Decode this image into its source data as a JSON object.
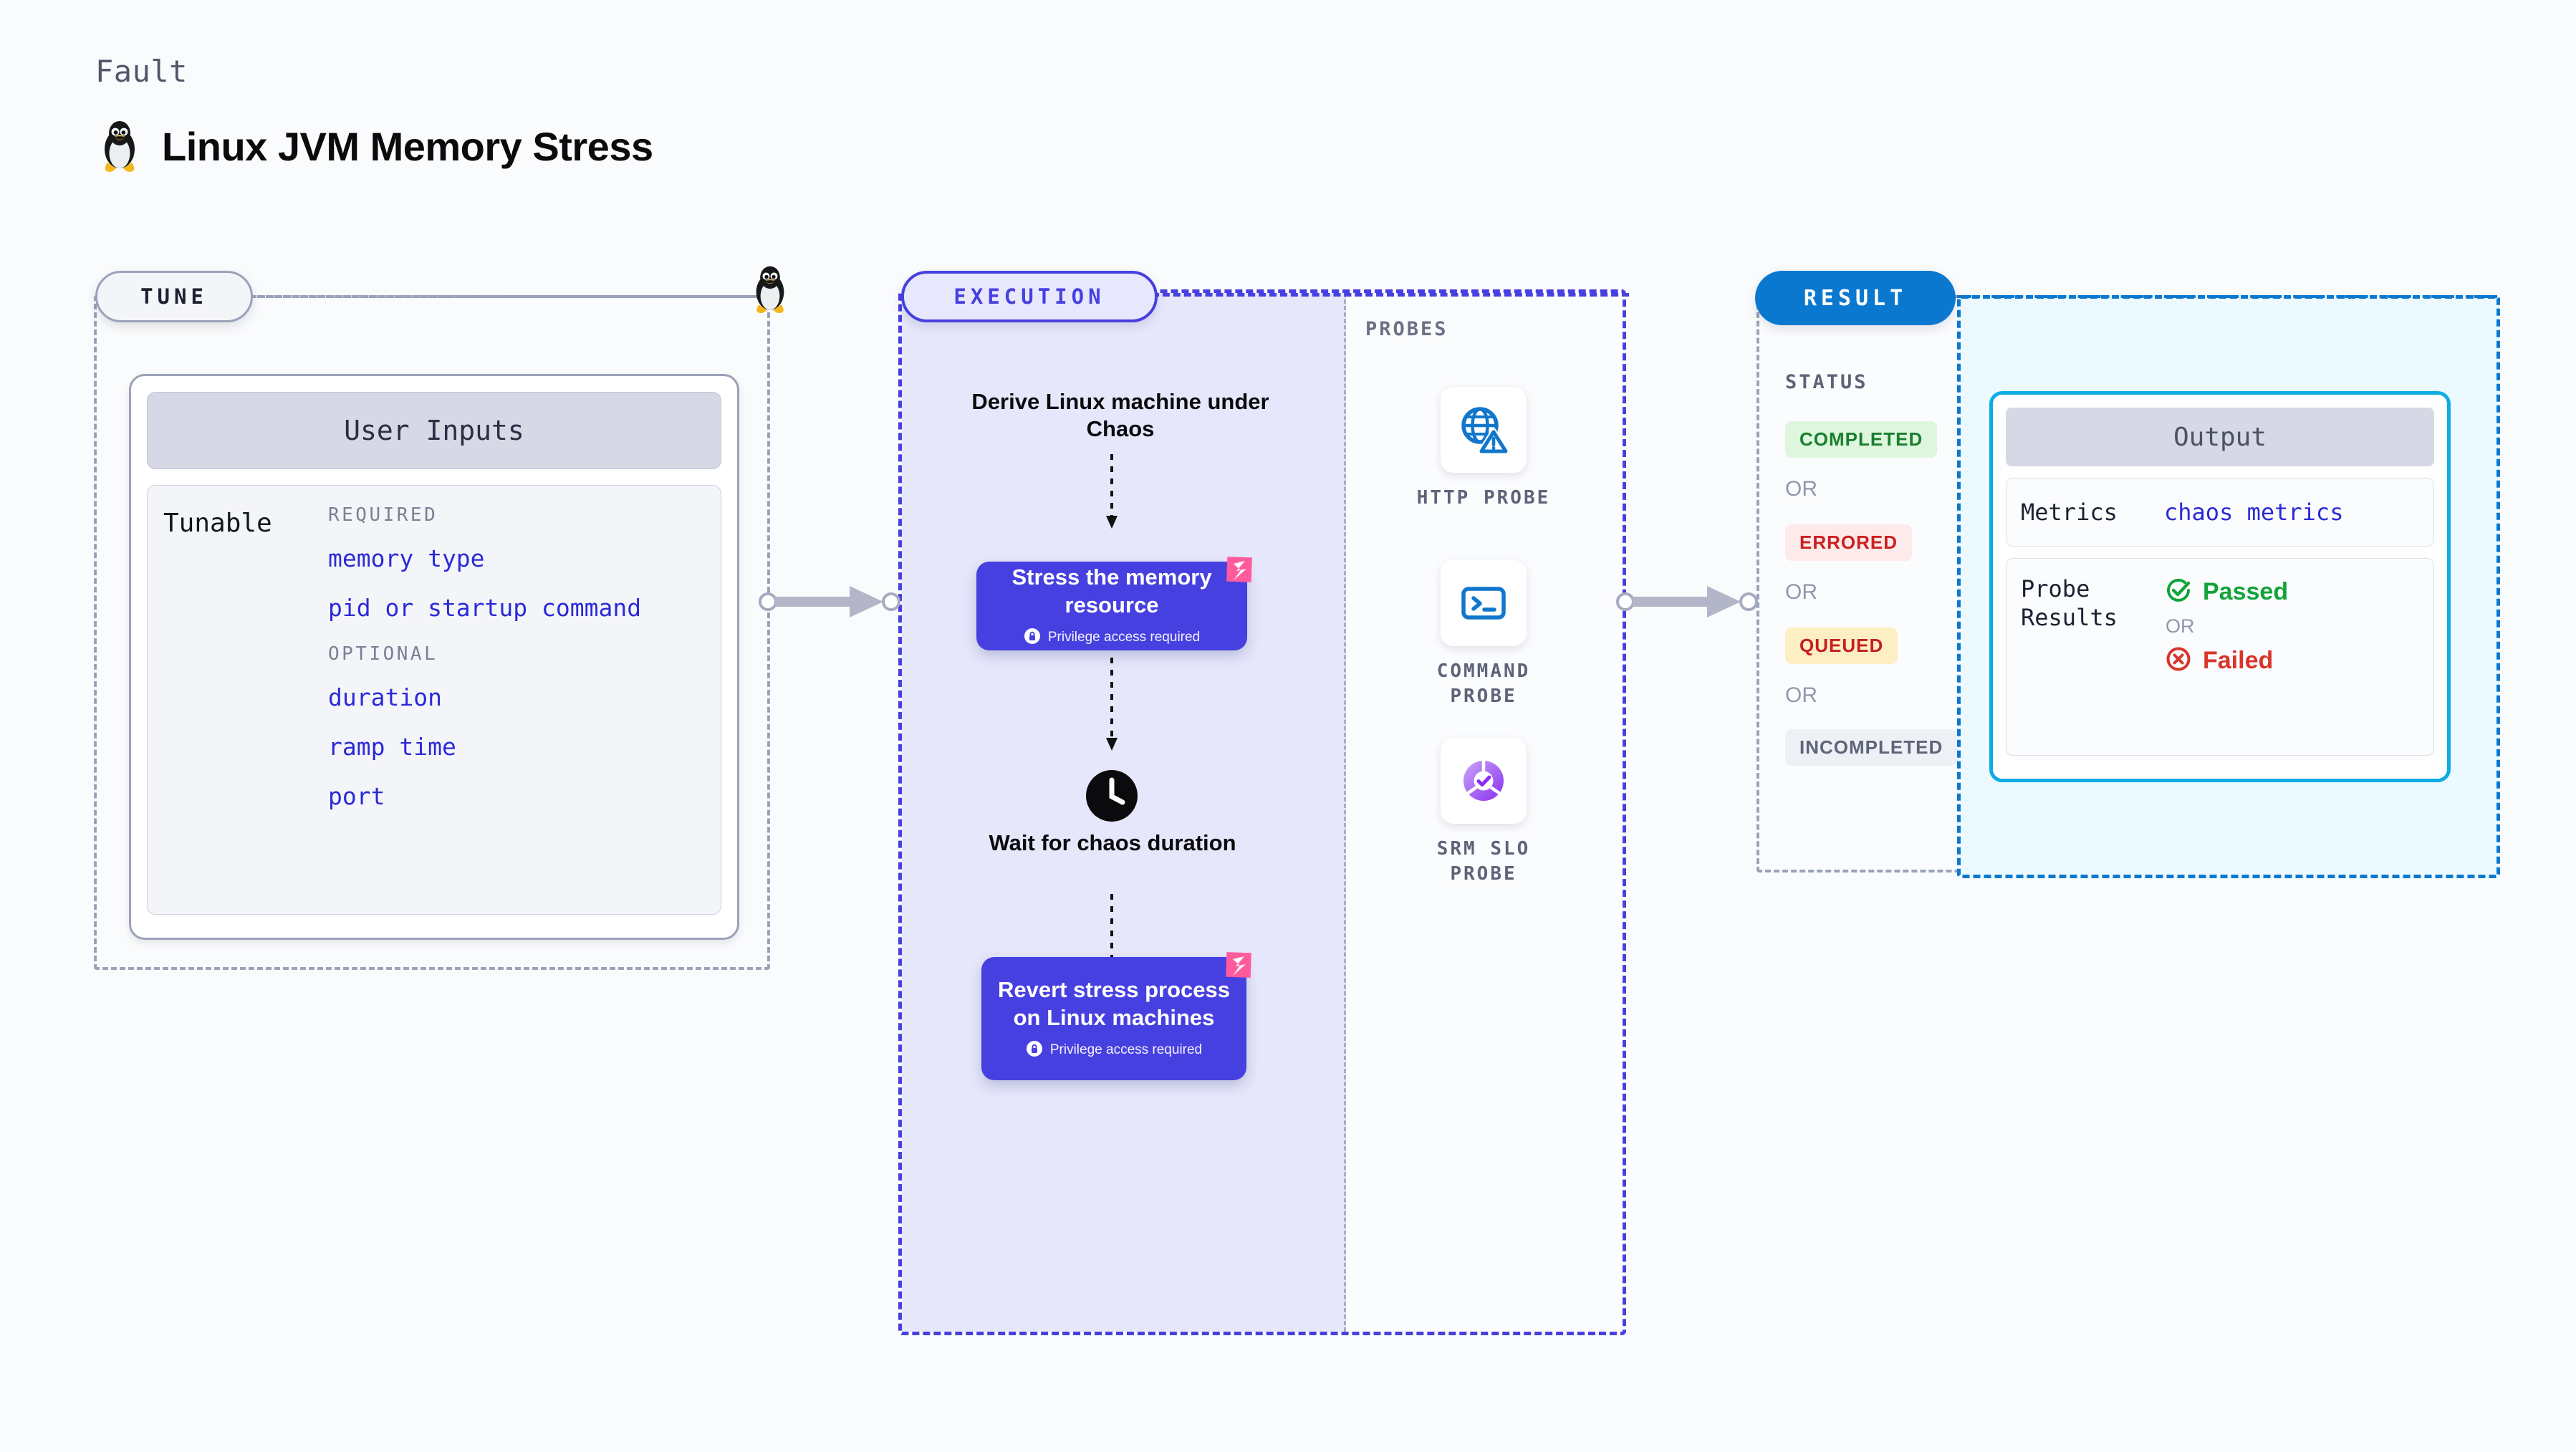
{
  "header": {
    "kicker": "Fault",
    "title": "Linux JVM Memory Stress",
    "icon": "linux-penguin-icon"
  },
  "tune": {
    "pill_label": "TUNE",
    "card_title": "User Inputs",
    "row_label": "Tunable",
    "groups": [
      {
        "label": "REQUIRED",
        "items": [
          "memory type",
          "pid or startup command"
        ]
      },
      {
        "label": "OPTIONAL",
        "items": [
          "duration",
          "ramp time",
          "port"
        ]
      }
    ]
  },
  "execution": {
    "pill_label": "EXECUTION",
    "steps": [
      {
        "type": "text",
        "label": "Derive Linux machine under Chaos"
      },
      {
        "type": "node",
        "label": "Stress the memory resource",
        "note": "Privilege access required",
        "badge": "harness-logo-icon"
      },
      {
        "type": "wait",
        "label": "Wait for chaos duration",
        "icon": "clock-icon"
      },
      {
        "type": "node",
        "label": "Revert stress process on Linux machines",
        "note": "Privilege access required",
        "badge": "harness-logo-icon"
      }
    ]
  },
  "probes": {
    "label": "PROBES",
    "items": [
      {
        "name": "HTTP PROBE",
        "icon": "http-globe-warning-icon"
      },
      {
        "name": "COMMAND PROBE",
        "icon": "terminal-command-icon"
      },
      {
        "name": "SRM SLO PROBE",
        "icon": "srm-slo-donut-check-icon"
      }
    ]
  },
  "result": {
    "pill_label": "RESULT",
    "status_label": "STATUS",
    "or_label": "OR",
    "statuses": [
      {
        "label": "COMPLETED",
        "color": "#1a7f2e",
        "bg": "#ddf6dd"
      },
      {
        "label": "ERRORED",
        "color": "#cc2020",
        "bg": "#fdeaea"
      },
      {
        "label": "QUEUED",
        "color": "#c42020",
        "bg": "#fdeec4"
      },
      {
        "label": "INCOMPLETED",
        "color": "#5e6478",
        "bg": "#eef0f6"
      }
    ],
    "output": {
      "title": "Output",
      "metrics_key": "Metrics",
      "metrics_value": "chaos metrics",
      "probe_results_key": "Probe Results",
      "passed_label": "Passed",
      "failed_label": "Failed",
      "or_label": "OR"
    }
  },
  "colors": {
    "primary_purple": "#4740e0",
    "result_blue": "#0b78d0",
    "output_cyan": "#0eace4",
    "link_blue": "#2b2ad6",
    "harness_pink": "#ff5b9c"
  }
}
